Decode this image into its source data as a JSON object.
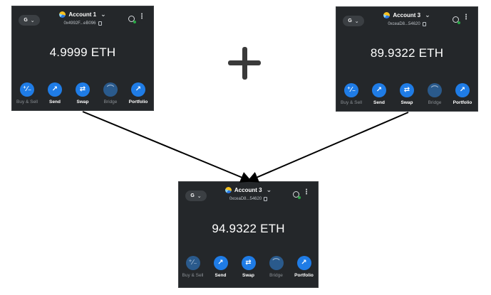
{
  "wallets": [
    {
      "network": "G",
      "account_name": "Account 1",
      "address": "0x4992F...eB096",
      "balance": "4.9999 ETH",
      "actions": [
        "Buy & Sell",
        "Send",
        "Swap",
        "Bridge",
        "Portfolio"
      ]
    },
    {
      "network": "G",
      "account_name": "Account 3",
      "address": "0xceaD8...54620",
      "balance": "89.9322 ETH",
      "actions": [
        "Buy & Sell",
        "Send",
        "Swap",
        "Bridge",
        "Portfolio"
      ]
    },
    {
      "network": "G",
      "account_name": "Account 3",
      "address": "0xceaD8...54620",
      "balance": "94.9322 ETH",
      "actions": [
        "Buy & Sell",
        "Send",
        "Swap",
        "Bridge",
        "Portfolio"
      ]
    }
  ],
  "icons": {
    "actions": [
      "buy-sell-icon",
      "send-icon",
      "swap-icon",
      "bridge-icon",
      "portfolio-icon"
    ]
  },
  "colors": {
    "panel_bg": "#24272a",
    "accent": "#1f7ce6",
    "arrow": "#000000"
  }
}
